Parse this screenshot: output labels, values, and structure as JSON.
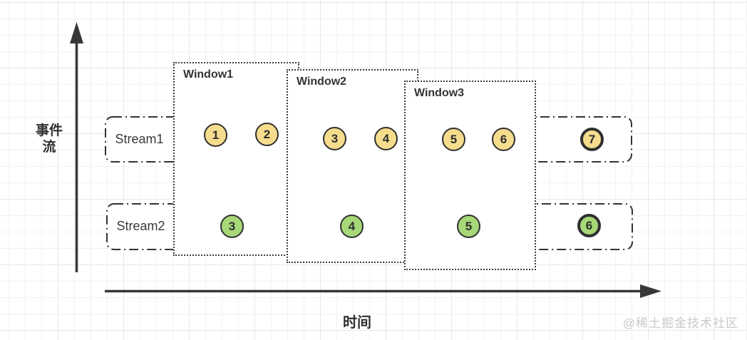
{
  "diagram": {
    "y_axis_label_line1": "事件",
    "y_axis_label_line2": "流",
    "x_axis_label": "时间"
  },
  "windows": [
    {
      "label": "Window1"
    },
    {
      "label": "Window2"
    },
    {
      "label": "Window3"
    }
  ],
  "streams": [
    {
      "label": "Stream1"
    },
    {
      "label": "Stream2"
    }
  ],
  "events": {
    "stream1": [
      {
        "value": "1",
        "emphasis": false
      },
      {
        "value": "2",
        "emphasis": false
      },
      {
        "value": "3",
        "emphasis": false
      },
      {
        "value": "4",
        "emphasis": false
      },
      {
        "value": "5",
        "emphasis": false
      },
      {
        "value": "6",
        "emphasis": false
      },
      {
        "value": "7",
        "emphasis": true
      }
    ],
    "stream2": [
      {
        "value": "3",
        "emphasis": false
      },
      {
        "value": "4",
        "emphasis": false
      },
      {
        "value": "5",
        "emphasis": false
      },
      {
        "value": "6",
        "emphasis": true
      }
    ]
  },
  "colors": {
    "stream1_event_fill": "#F6DD8D",
    "stream2_event_fill": "#A6D877",
    "outline_dark": "#333333",
    "watermark_gray": "#C9C9C9"
  },
  "watermark": "@稀土掘金技术社区"
}
